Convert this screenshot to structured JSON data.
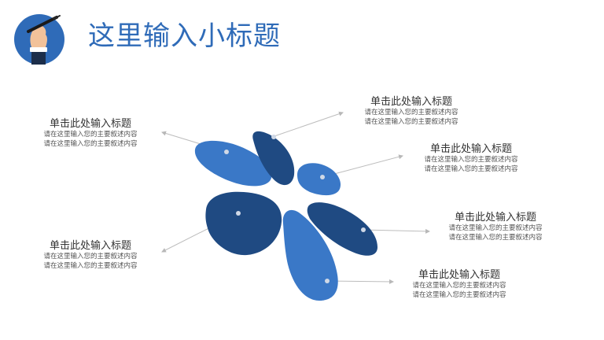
{
  "title": "这里输入小标题",
  "items": [
    {
      "title": "单击此处输入标题",
      "desc1": "请在这里输入您的主要叙述内容",
      "desc2": "请在这里输入您的主要叙述内容"
    },
    {
      "title": "单击此处输入标题",
      "desc1": "请在这里输入您的主要叙述内容",
      "desc2": "请在这里输入您的主要叙述内容"
    },
    {
      "title": "单击此处输入标题",
      "desc1": "请在这里输入您的主要叙述内容",
      "desc2": "请在这里输入您的主要叙述内容"
    },
    {
      "title": "单击此处输入标题",
      "desc1": "请在这里输入您的主要叙述内容",
      "desc2": "请在这里输入您的主要叙述内容"
    },
    {
      "title": "单击此处输入标题",
      "desc1": "请在这里输入您的主要叙述内容",
      "desc2": "请在这里输入您的主要叙述内容"
    },
    {
      "title": "单击此处输入标题",
      "desc1": "请在这里输入您的主要叙述内容",
      "desc2": "请在这里输入您的主要叙述内容"
    }
  ],
  "colors": {
    "accent": "#2f6bb8",
    "petal_light": "#3a78c7",
    "petal_dark": "#1f4a82",
    "connector": "#b8b8b8"
  },
  "icons": {
    "header": "hand-holding-pen-icon"
  }
}
